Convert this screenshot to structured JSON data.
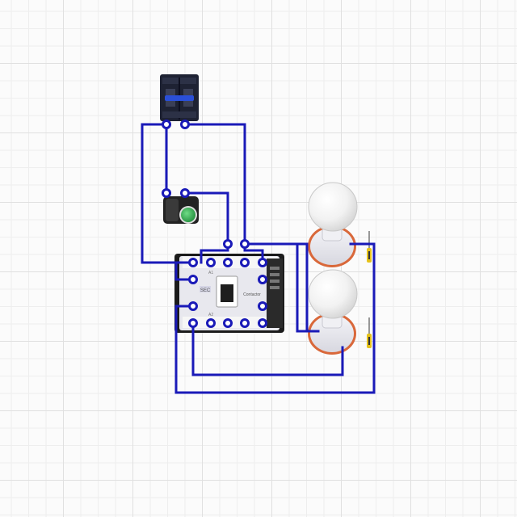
{
  "colors": {
    "wire": "#1a1ab8",
    "terminal_ring": "#1a1ab8",
    "grid_major": "#e0e0e0",
    "grid_minor": "#eeeeee",
    "button_green": "#2aa84a",
    "breaker_body": "#1e2233",
    "breaker_handle": "#2a4fd8",
    "lamp_base_ring": "#d9683a",
    "screwdriver_handle": "#e6c21a"
  },
  "contactor": {
    "badge_text": "SEC",
    "brand_text": "Contactor",
    "coil_a1": "A1",
    "coil_a2": "A2"
  },
  "components": [
    {
      "name": "circuit-breaker",
      "icon": "breaker-icon"
    },
    {
      "name": "push-button",
      "icon": "push-button-icon"
    },
    {
      "name": "contactor",
      "icon": "contactor-icon"
    },
    {
      "name": "lamp-top",
      "icon": "bulb-icon"
    },
    {
      "name": "lamp-bottom",
      "icon": "bulb-icon"
    },
    {
      "name": "screwdriver-top",
      "icon": "screwdriver-icon"
    },
    {
      "name": "screwdriver-bottom",
      "icon": "screwdriver-icon"
    }
  ]
}
